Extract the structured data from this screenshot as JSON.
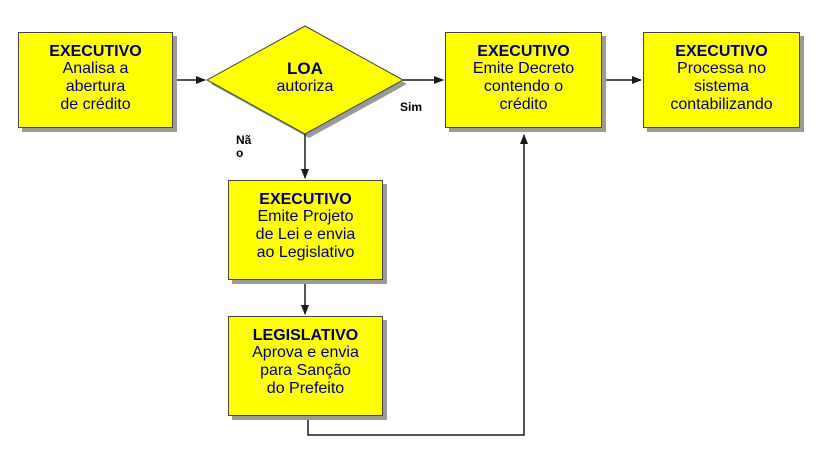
{
  "nodes": {
    "analisa": {
      "title": "EXECUTIVO",
      "body": "Analisa a\nabertura\nde crédito"
    },
    "loa": {
      "title": "LOA",
      "body": "autoriza"
    },
    "emite_decreto": {
      "title": "EXECUTIVO",
      "body": "Emite Decreto\ncontendo o\ncrédito"
    },
    "processa": {
      "title": "EXECUTIVO",
      "body": "Processa no\nsistema\ncontabilizando"
    },
    "projeto_lei": {
      "title": "EXECUTIVO",
      "body": "Emite Projeto\nde Lei e envia\nao Legislativo"
    },
    "legislativo": {
      "title": "LEGISLATIVO",
      "body": "Aprova e envia\npara Sanção\ndo Prefeito"
    }
  },
  "edge_labels": {
    "sim": "Sim",
    "nao": "Nã\no"
  },
  "colors": {
    "box_fill": "#ffff00",
    "shadow": "#9a9a9a",
    "line": "#1a1a1a",
    "text": "#000060"
  }
}
